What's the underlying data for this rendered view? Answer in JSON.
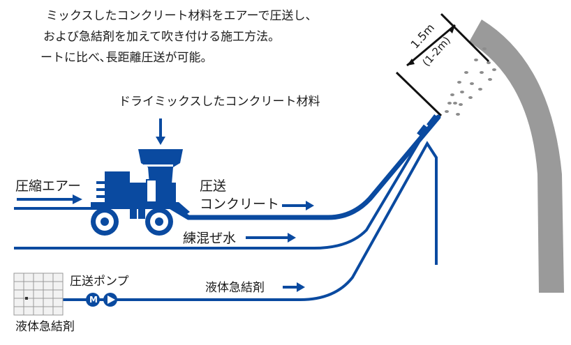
{
  "intro_lines": [
    "ミックスしたコンクリート材料をエアーで圧送し、",
    "および急結剤を加えて吹き付ける施工方法。",
    "ートに比べ､長距離圧送が可能。"
  ],
  "labels": {
    "material": "ドライミックスしたコンクリート材料",
    "air": "圧縮エアー",
    "pumped_top": "圧送",
    "pumped_bottom": "コンクリート",
    "water": "練混ぜ水",
    "pump": "圧送ポンプ",
    "accelerator_line": "液体急結剤",
    "tank": "液体急結剤",
    "distance": "1.5m",
    "distance_range": "(1-2m)",
    "motor": "M"
  },
  "colors": {
    "pipe_blue": "#0a4aa0",
    "text": "#1a1a1a",
    "wall_gray": "#9a9a9a",
    "spray_gray": "#8c8c8c"
  }
}
